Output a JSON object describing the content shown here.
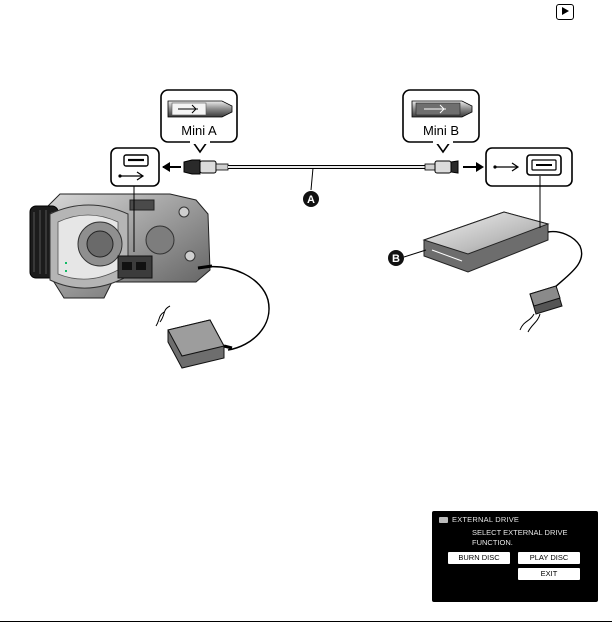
{
  "mode_icon": "playback-mode-icon",
  "plugs": {
    "left_label": "Mini A",
    "right_label": "Mini B"
  },
  "markers": {
    "cable": "A",
    "drive": "B"
  },
  "icons": {
    "usb": "usb-icon"
  },
  "screen": {
    "title": "EXTERNAL DRIVE",
    "message": "SELECT EXTERNAL DRIVE\nFUNCTION.",
    "buttons": {
      "burn": "BURN DISC",
      "play": "PLAY DISC",
      "exit": "EXIT"
    }
  }
}
